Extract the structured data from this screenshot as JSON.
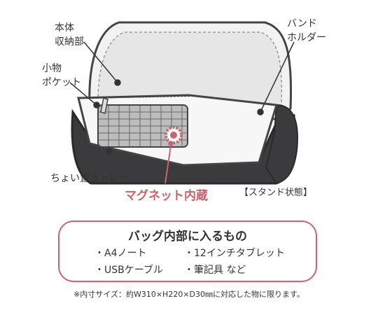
{
  "labels": {
    "storage": [
      "本体",
      "収納部"
    ],
    "pocket": [
      "小物",
      "ポケット"
    ],
    "band": [
      "バンド",
      "ホルダー"
    ],
    "tray": "ちょい置きトレー",
    "magnet": "マグネット内蔵",
    "stand": "【スタンド状態】"
  },
  "info_box": {
    "title": "バッグ内部に入るもの",
    "items": [
      "・A4ノート",
      "・12インチタブレット",
      "・USBケーブル",
      "・筆記具 など"
    ]
  },
  "footnote": "※内寸サイズ：約W310×H220×D30㎜に対応した物に限ります。",
  "colors": {
    "accent": "#c8646e",
    "bag_dark": "#3b3b3d",
    "outline": "#444444"
  }
}
